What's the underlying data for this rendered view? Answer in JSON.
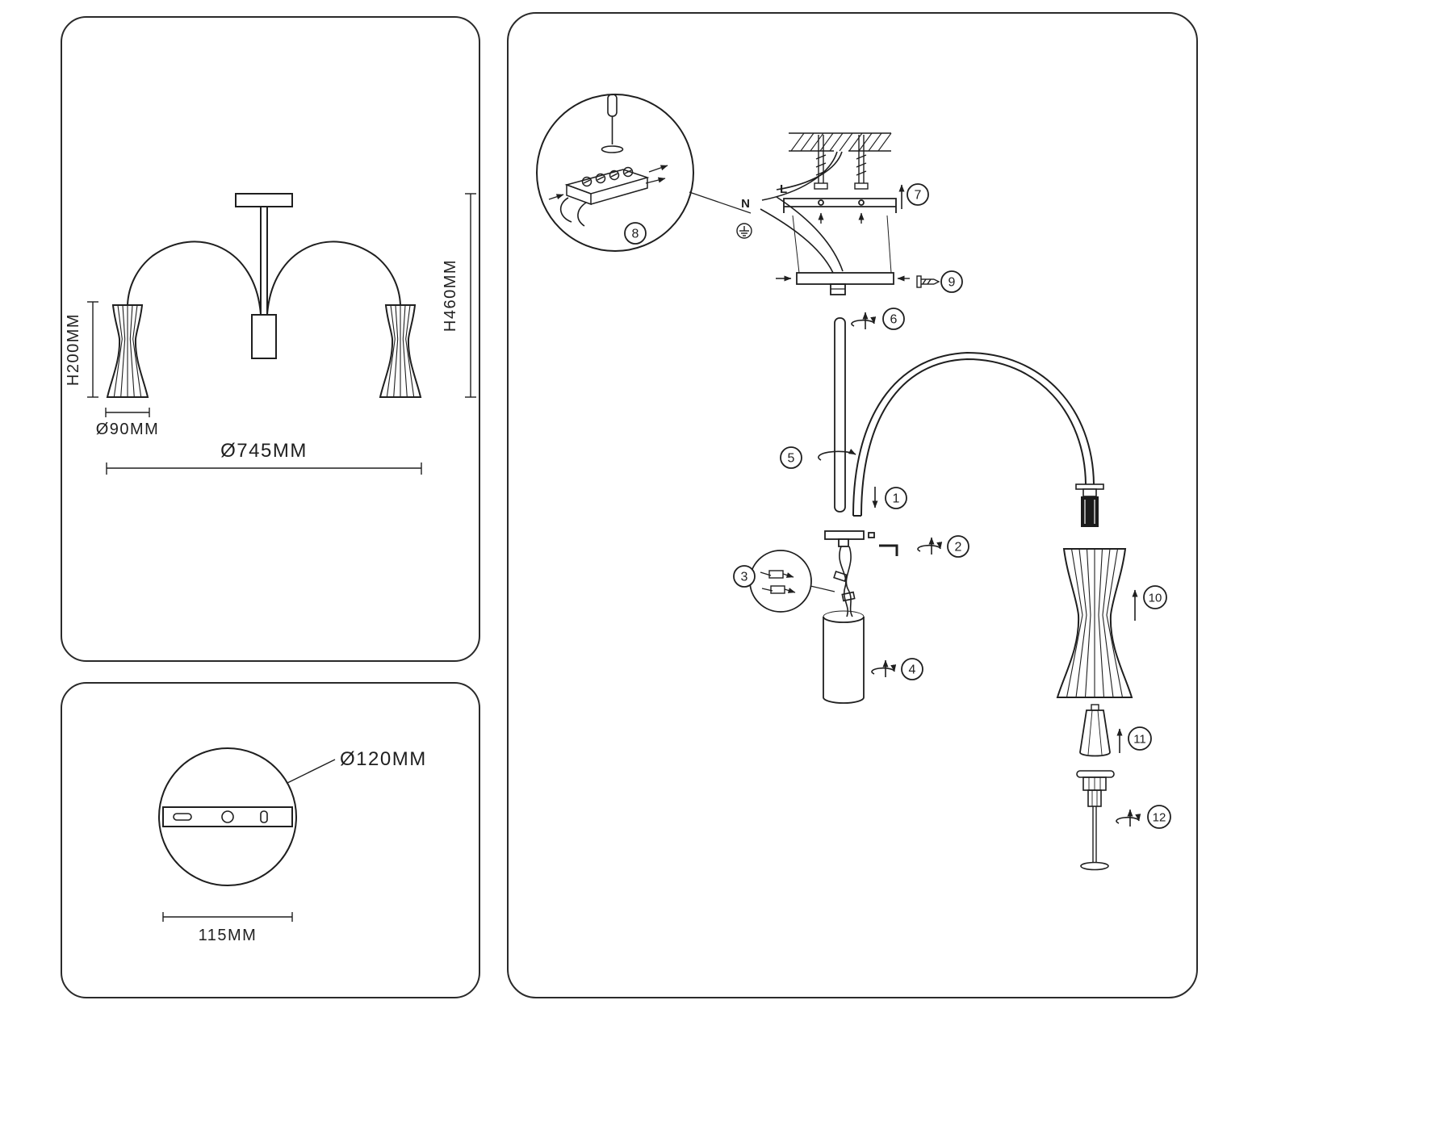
{
  "colors": {
    "line": "#1f1f1f",
    "background": "#ffffff"
  },
  "dimension_panel": {
    "shade_height_label": "H200MM",
    "shade_diameter_label": "Ø90MM",
    "fixture_height_label": "H460MM",
    "fixture_width_label": "Ø745MM"
  },
  "base_panel": {
    "canopy_diameter_label": "Ø120MM",
    "mount_width_label": "115MM"
  },
  "assembly_panel": {
    "neutral_wire_label": "N",
    "live_wire_label": "L",
    "step_markers": [
      "1",
      "2",
      "3",
      "4",
      "5",
      "6",
      "7",
      "8",
      "9",
      "10",
      "11",
      "12"
    ]
  }
}
